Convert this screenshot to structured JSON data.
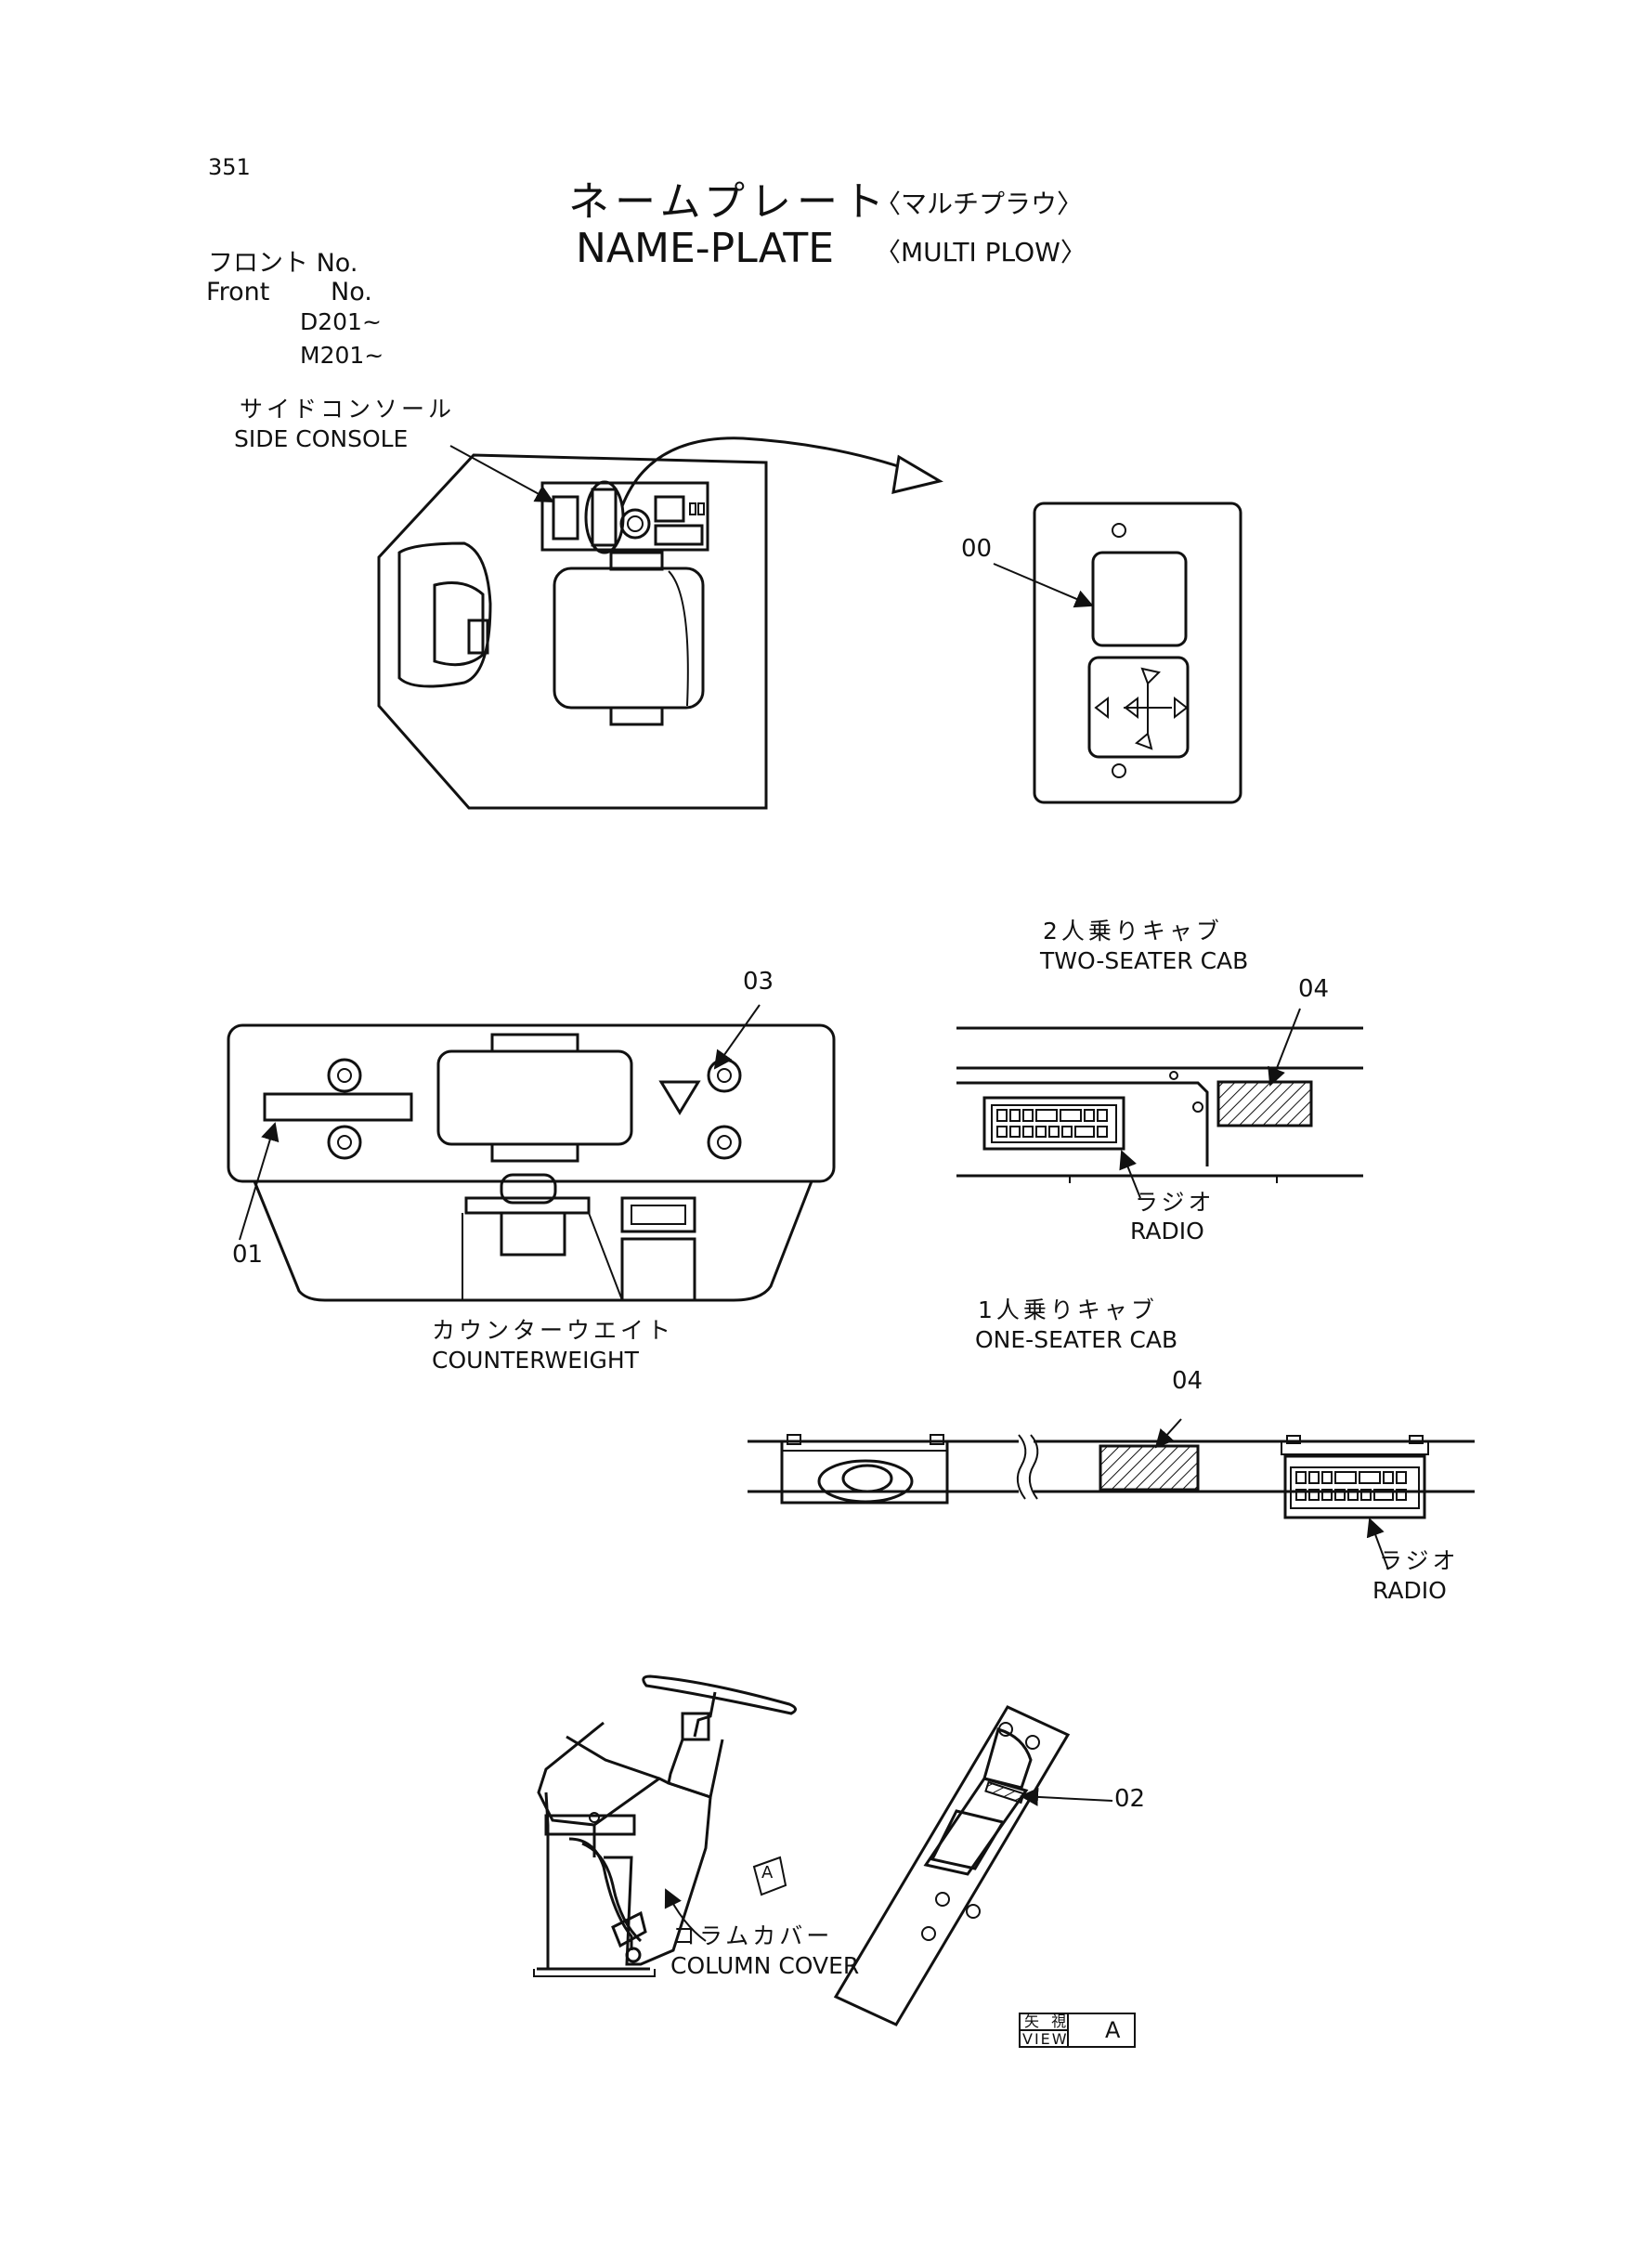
{
  "page_number": "351",
  "title": {
    "jp": "ネームプレート",
    "jp_sub": "〈マルチプラウ〉",
    "en": "NAME-PLATE",
    "en_sub": "〈MULTI PLOW〉"
  },
  "front_no": {
    "jp": "フロント No.",
    "en_label": "Front",
    "en_no": "No.",
    "serials": [
      "D201~",
      "M201~"
    ]
  },
  "labels": {
    "side_console_jp": "サイドコンソール",
    "side_console_en": "SIDE CONSOLE",
    "counterweight_jp": "カウンターウエイト",
    "counterweight_en": "COUNTERWEIGHT",
    "two_seater_jp": "2人乗りキャブ",
    "two_seater_en": "TWO-SEATER CAB",
    "one_seater_jp": "1人乗りキャブ",
    "one_seater_en": "ONE-SEATER CAB",
    "radio_jp": "ラジオ",
    "radio_en": "RADIO",
    "column_cover_jp": "コラムカバー",
    "column_cover_en": "COLUMN COVER",
    "view_jp": "矢 視",
    "view_en": "VIEW",
    "view_letter": "A",
    "view_marker": "A"
  },
  "callouts": {
    "c00": "00",
    "c01": "01",
    "c02": "02",
    "c03": "03",
    "c04_two_seater": "04",
    "c04_one_seater": "04"
  }
}
